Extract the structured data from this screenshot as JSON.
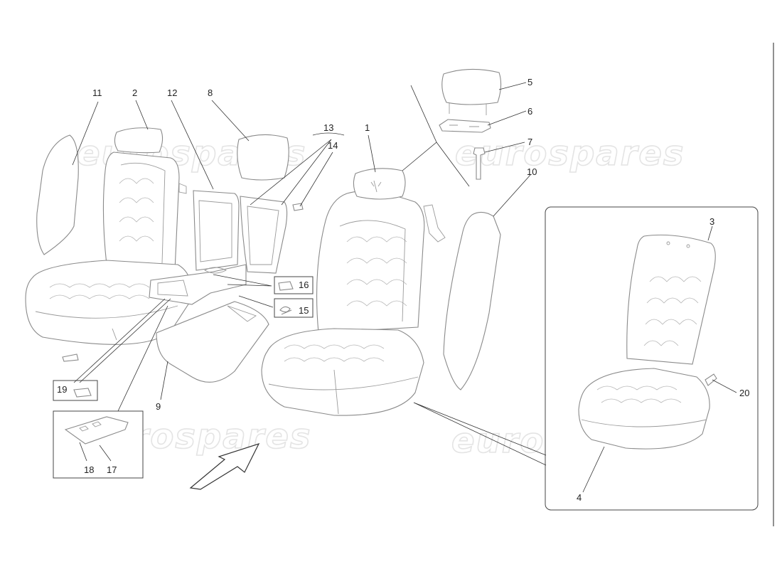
{
  "diagram": {
    "watermark_text": "eurospares",
    "callouts": {
      "n1": "1",
      "n2": "2",
      "n3": "3",
      "n4": "4",
      "n5": "5",
      "n6": "6",
      "n7": "7",
      "n8": "8",
      "n9": "9",
      "n10": "10",
      "n11": "11",
      "n12": "12",
      "n13": "13",
      "n14": "14",
      "n15": "15",
      "n16": "16",
      "n17": "17",
      "n18": "18",
      "n19": "19",
      "n20": "20"
    }
  }
}
